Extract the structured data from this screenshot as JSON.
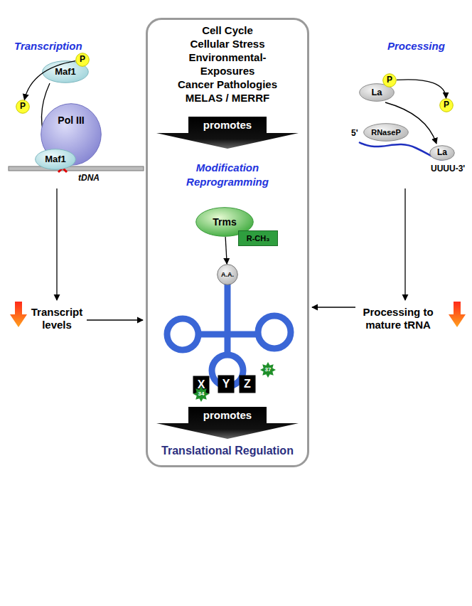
{
  "diagram": {
    "nodes": [
      {
        "text": [
          "Maf1"
        ]
      },
      {
        "text": [
          "P"
        ]
      },
      {
        "text": [
          "P"
        ]
      },
      {
        "text": [
          "Pol III"
        ]
      },
      {
        "text": [
          "Maf1"
        ]
      },
      {
        "text": [
          "Cell Cycle",
          "Cellular Stress",
          "Environmental- Exposures",
          "Cancer Pathologies",
          "MELAS / MERRF",
          "Modification Reprogramming",
          "Translational Regulation"
        ]
      },
      {
        "text": [
          "promotes"
        ],
        "in": 5
      },
      {
        "text": [
          "Trms"
        ],
        "in": 5
      },
      {
        "text": [
          "R-CH₃"
        ],
        "in": 5
      },
      {
        "text": [
          "A.A."
        ],
        "in": 5
      },
      {
        "text": [
          "X"
        ],
        "in": 5
      },
      {
        "text": [
          "Y"
        ],
        "in": 5
      },
      {
        "text": [
          "Z"
        ],
        "in": 5
      },
      {
        "text": [
          "34"
        ],
        "in": 5
      },
      {
        "text": [
          "37"
        ],
        "in": 5
      },
      {
        "text": [
          "promotes"
        ],
        "in": 5
      },
      {
        "text": [
          "La"
        ]
      },
      {
        "text": [
          "P"
        ]
      },
      {
        "text": [
          "P"
        ]
      },
      {
        "text": [
          "RNaseP"
        ]
      },
      {
        "text": [
          "La"
        ]
      }
    ],
    "edges": [
      {
        "from": 1,
        "to": 2,
        "arrow": "to"
      },
      {
        "from": 17,
        "to": 18,
        "arrow": "to"
      },
      {
        "from": 7,
        "to": 9,
        "arrow": "to"
      }
    ],
    "labels": [
      "Transcription",
      "tDNA",
      "Transcript levels",
      "Processing",
      "5'",
      "UUUU-3'",
      "Processing to mature tRNA"
    ]
  }
}
